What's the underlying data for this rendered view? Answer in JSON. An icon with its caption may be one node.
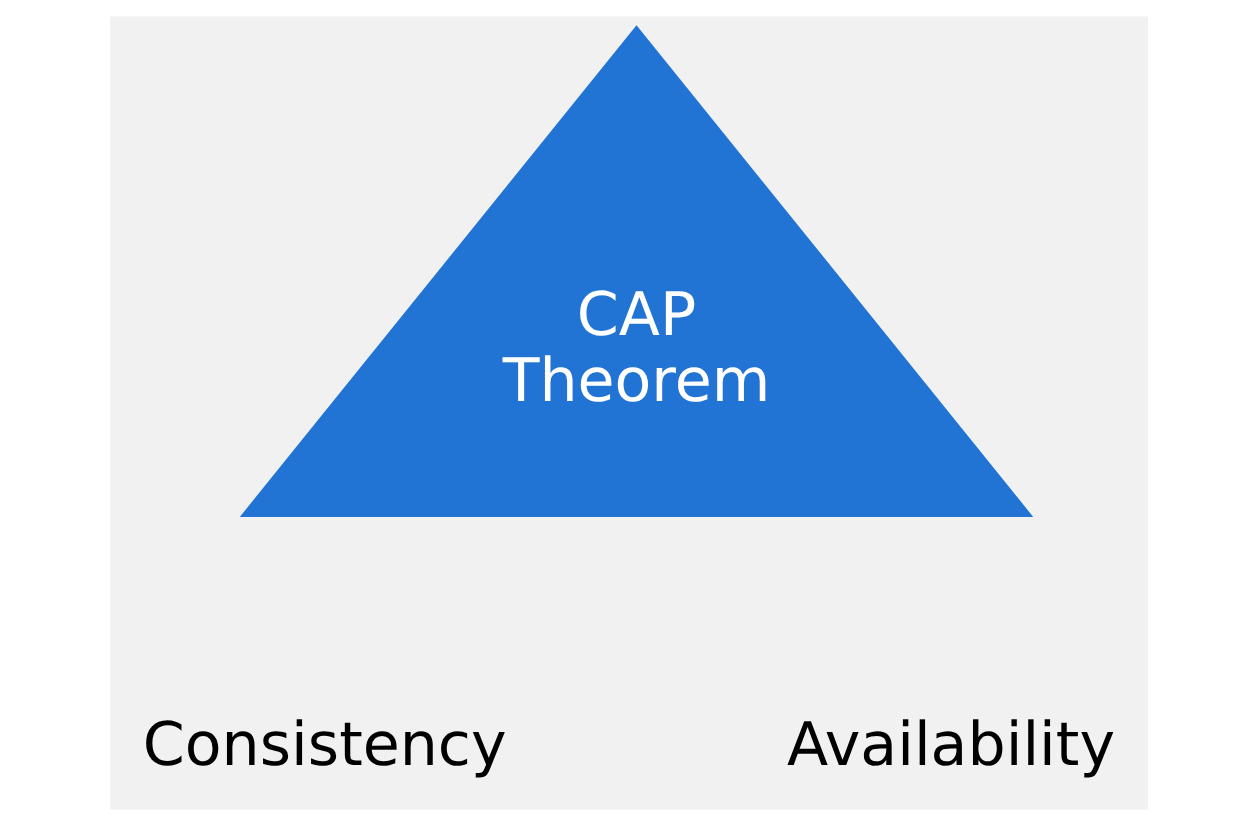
{
  "diagram": {
    "nodes": [
      {
        "text": [
          "CAP Theorem"
        ]
      }
    ],
    "edges": [],
    "labels": [
      "Consistency",
      "Availability"
    ]
  }
}
